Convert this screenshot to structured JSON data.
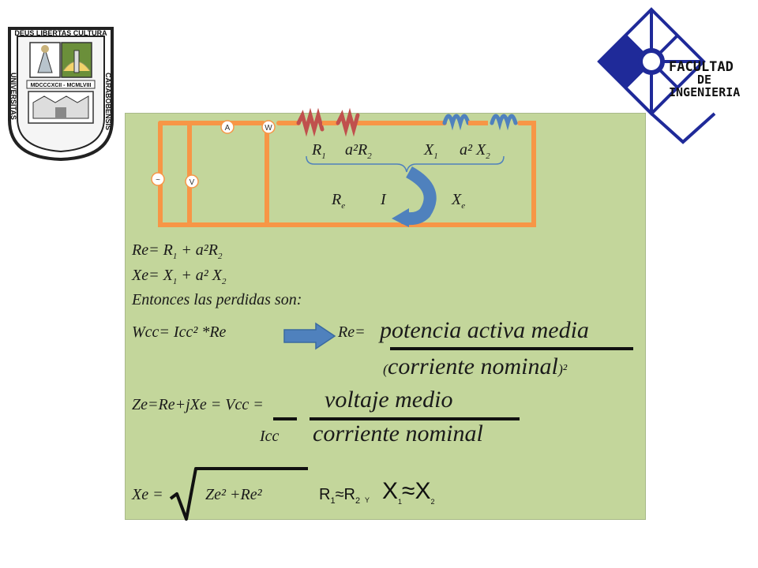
{
  "seal": {
    "top_text": "DEUS LIBERTAS CULTURA",
    "left_text": "UNIVERSITAS",
    "right_text": "CARABOBENSIS",
    "date_text": "MDCCCXCII - MCMLVIII"
  },
  "logo": {
    "line1": "FACULTAD",
    "line2": "DE",
    "line3": "INGENIERIA"
  },
  "circuit": {
    "ammeter": "A",
    "wattmeter": "W",
    "voltmeter": "V",
    "source": "~",
    "label_r1": "R",
    "label_r1_sub": "1",
    "label_a2r2": "a²R",
    "label_a2r2_sub": "2",
    "label_x1": "X",
    "label_x1_sub": "1",
    "label_a2x2": "a² X",
    "label_a2x2_sub": "2",
    "label_re": "R",
    "label_re_sub": "e",
    "label_i": "I",
    "label_xe": "X",
    "label_xe_sub": "e"
  },
  "equations": {
    "re_a": "Re= R",
    "re_a_sub": "1",
    "re_b": " + a²R",
    "re_b_sub": "2",
    "xe_a": "Xe= X",
    "xe_a_sub": "1",
    "xe_b": " + a² X",
    "xe_b_sub": "2",
    "entonces": "Entonces las perdidas son:",
    "wcc": "Wcc= Icc² *Re",
    "re_eq": "Re=",
    "potencia": "potencia activa media",
    "paren_open": "(",
    "corriente1": "corriente nominal",
    "paren_close": ")²",
    "ze": "Ze=Re+jXe = Vcc =",
    "voltaje": "voltaje medio",
    "icc": "Icc",
    "corriente2": "corriente nominal",
    "xe_eq": "Xe  =",
    "sqrt_content": "Ze² +Re²",
    "r_approx": "R",
    "r_approx_sub1": "1",
    "r_approx_mid": "≈R",
    "r_approx_sub2": "2",
    "y": "Y",
    "x_approx": "X",
    "x_approx_sub1": "1",
    "x_approx_mid": "≈X",
    "x_approx_sub2": "2"
  },
  "colors": {
    "panel": "#c3d69b",
    "wire": "#f79646",
    "resistor": "#c0504d",
    "reactor": "#4f81bd",
    "arrow": "#4f81bd",
    "logo": "#1f2a99"
  }
}
